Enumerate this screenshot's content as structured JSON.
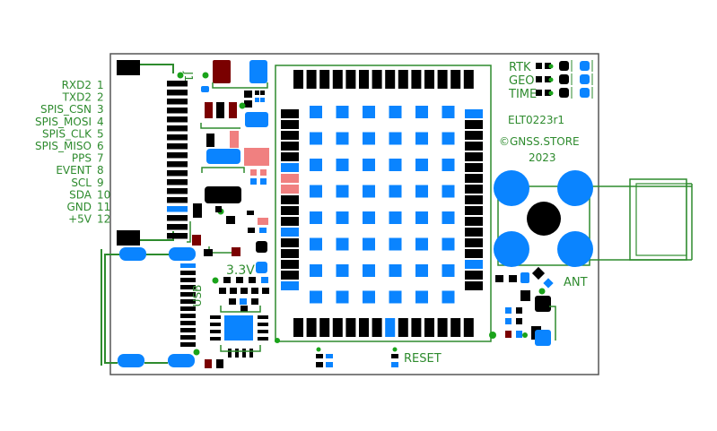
{
  "board": {
    "name": "ELT0223r1",
    "copyright": "©GNSS.STORE",
    "year": "2023",
    "connector_ref": "J1",
    "voltage_label": "3.3V",
    "usb_label": "USB",
    "antenna_label": "ANT",
    "reset_label": "RESET"
  },
  "pins": [
    {
      "name": "RXD2",
      "number": "1"
    },
    {
      "name": "TXD2",
      "number": "2"
    },
    {
      "name": "SPIS_CSN",
      "number": "3"
    },
    {
      "name": "SPIS_MOSI",
      "number": "4"
    },
    {
      "name": "SPIS_CLK",
      "number": "5"
    },
    {
      "name": "SPIS_MISO",
      "number": "6"
    },
    {
      "name": "PPS",
      "number": "7"
    },
    {
      "name": "EVENT",
      "number": "8"
    },
    {
      "name": "SCL",
      "number": "9"
    },
    {
      "name": "SDA",
      "number": "10"
    },
    {
      "name": "GND",
      "number": "11"
    },
    {
      "name": "+5V",
      "number": "12"
    }
  ],
  "indicators": [
    "RTK",
    "GEO",
    "TIME"
  ],
  "colors": {
    "silkscreen": "#2e8b2e",
    "outline": "#555555",
    "pad_blue": "#0a84ff",
    "pad_black": "#000000",
    "pad_dark_red": "#7a0000",
    "pad_pink": "#f08080"
  }
}
